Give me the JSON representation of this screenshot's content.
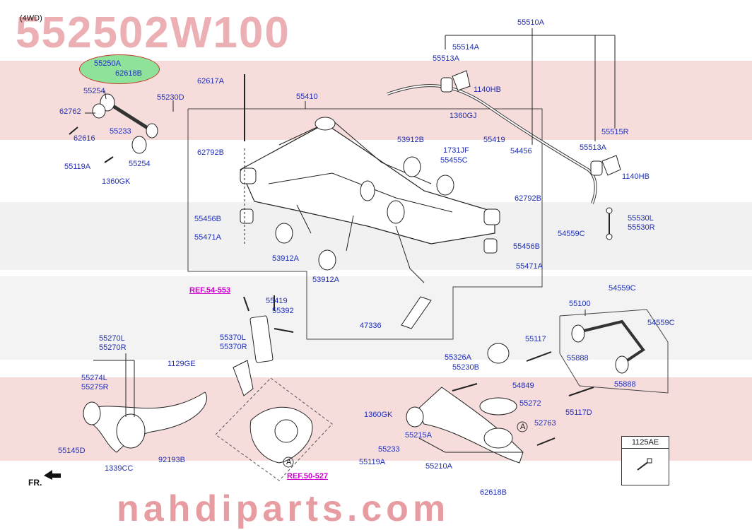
{
  "header": {
    "part_number_watermark": "552502W100",
    "variant": "(4WD)"
  },
  "highlight": {
    "label_a": "55250A",
    "label_b": "62618B"
  },
  "direction_marker": "FR.",
  "inset_box": {
    "title": "1125AE"
  },
  "footer_watermark": "nahdiparts.com",
  "colors": {
    "callout_text": "#1f2fb8",
    "reference_text": "#cc00cc",
    "highlight_fill": "#8fe29a",
    "watermark_red": "#e9a3a8",
    "watermark_band": "#f7dcdc",
    "watermark_gray": "#e6e6e6"
  },
  "callouts": {
    "c55254a": "55254",
    "c62762": "62762",
    "c62616": "62616",
    "c55233a": "55233",
    "c55254b": "55254",
    "c55119a1": "55119A",
    "c1360gk1": "1360GK",
    "c55230d": "55230D",
    "c62617a": "62617A",
    "c55410": "55410",
    "c62792b1": "62792B",
    "c55456b1": "55456B",
    "c55471a1": "55471A",
    "c53912a1": "53912A",
    "c53912a2": "53912A",
    "c53912b": "53912B",
    "c1731jf": "1731JF",
    "c55455c": "55455C",
    "c1360gj": "1360GJ",
    "c55419a": "55419",
    "c54456": "54456",
    "c62792b2": "62792B",
    "c55456b2": "55456B",
    "c55471a2": "55471A",
    "c55510a": "55510A",
    "c55514a": "55514A",
    "c55513a1": "55513A",
    "c1140hb1": "1140HB",
    "c55515r": "55515R",
    "c55513a2": "55513A",
    "c1140hb2": "1140HB",
    "c55530l": "55530L",
    "c55530r": "55530R",
    "c54559c1": "54559C",
    "cref553": "REF.54-553",
    "c55419b": "55419",
    "c55392": "55392",
    "c47336": "47336",
    "c55370l": "55370L",
    "c55370r": "55370R",
    "c55270l": "55270L",
    "c55270r": "55270R",
    "c1129ge": "1129GE",
    "c55274l": "55274L",
    "c55275r": "55275R",
    "c55145d": "55145D",
    "c1339cc": "1339CC",
    "c92193b": "92193B",
    "cref527": "REF.50-527",
    "c55326a": "55326A",
    "c55230b": "55230B",
    "c54849": "54849",
    "c55272": "55272",
    "c1360gk2": "1360GK",
    "c55233b": "55233",
    "c55215a": "55215A",
    "c55119a2": "55119A",
    "c55210a": "55210A",
    "c62618b": "62618B",
    "c52763": "52763",
    "cA1": "A",
    "cA2": "A",
    "c55117": "55117",
    "c55100": "55100",
    "c54559c2": "54559C",
    "c54559c3": "54559C",
    "c55888a": "55888",
    "c55888b": "55888",
    "c55117d": "55117D"
  }
}
